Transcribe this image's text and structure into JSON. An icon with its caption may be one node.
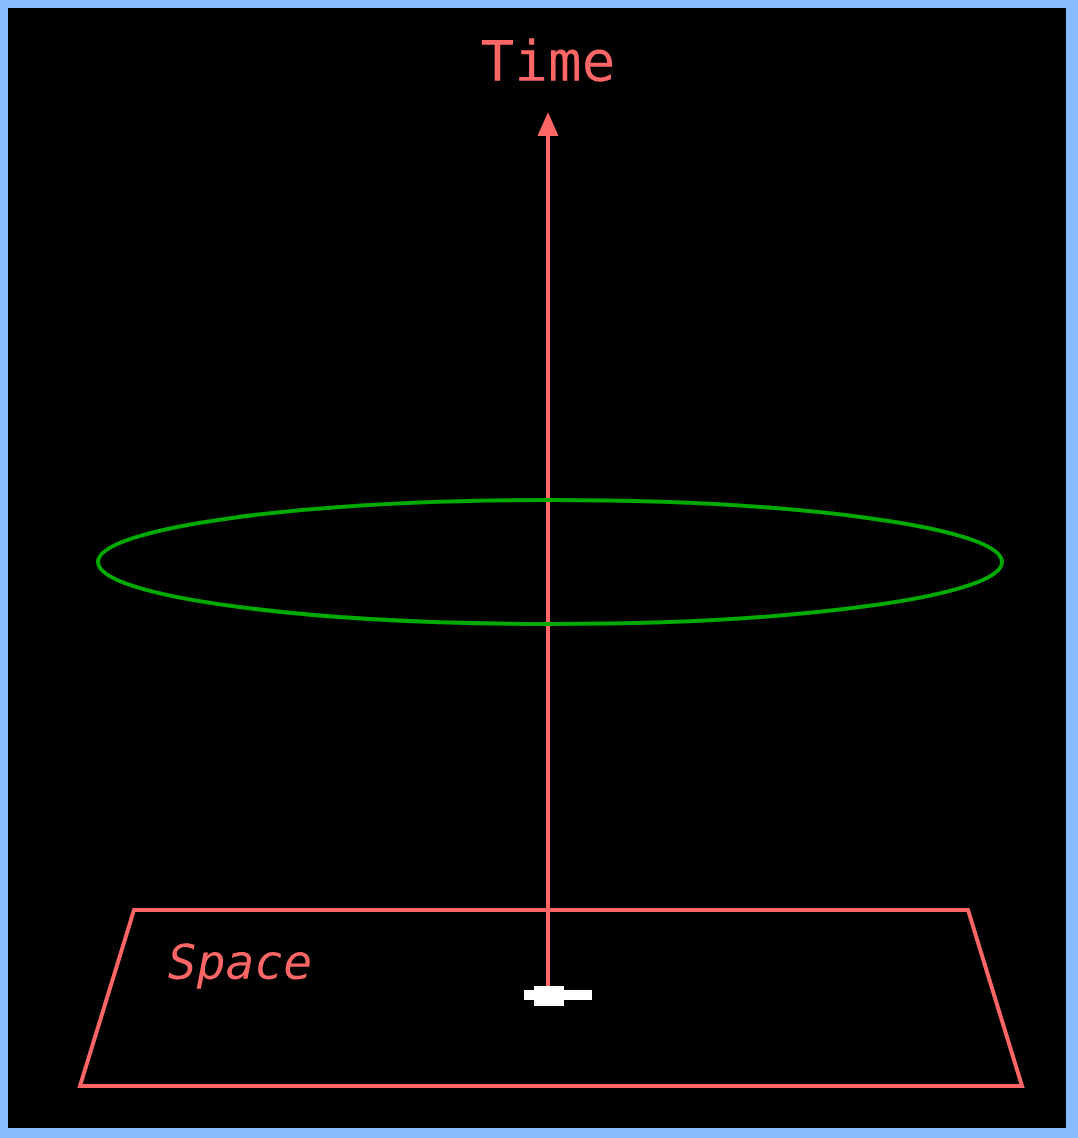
{
  "diagram": {
    "nodes": [
      {
        "text": [],
        "shape": "ellipse"
      },
      {
        "text": [
          "Space"
        ]
      }
    ],
    "labels": [
      "Time"
    ]
  }
}
